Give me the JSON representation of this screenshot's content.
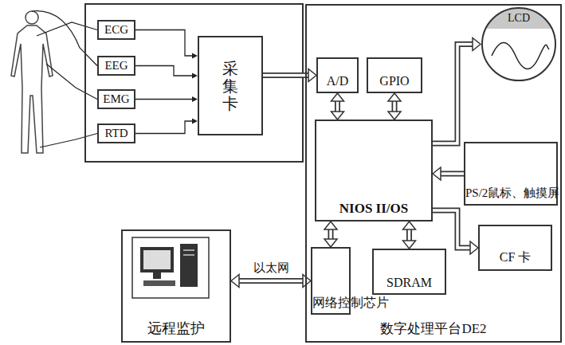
{
  "diagram": {
    "nodes": [
      {
        "text": [
          "ECG"
        ]
      },
      {
        "text": [
          "EEG"
        ]
      },
      {
        "text": [
          "EMG"
        ]
      },
      {
        "text": [
          "RTD"
        ]
      },
      {
        "text": [
          "采集卡"
        ]
      },
      {
        "text": [
          "数字处理平台DE2"
        ]
      },
      {
        "text": [
          "A/D"
        ],
        "in": 5
      },
      {
        "text": [
          "GPIO"
        ],
        "in": 5
      },
      {
        "text": [
          "LCD"
        ],
        "in": 5
      },
      {
        "text": [
          "NIOS II/OS"
        ],
        "in": 5
      },
      {
        "text": [
          "PS/2鼠标、触摸屏"
        ],
        "in": 5
      },
      {
        "text": [
          "网络控制芯片"
        ],
        "in": 5
      },
      {
        "text": [
          "SDRAM"
        ],
        "in": 5
      },
      {
        "text": [
          "CF 卡"
        ],
        "in": 5
      },
      {
        "text": [
          "远程监护"
        ]
      }
    ],
    "edges": [
      {
        "from": 0,
        "to": 4,
        "arrow": "to"
      },
      {
        "from": 1,
        "to": 4,
        "arrow": "to"
      },
      {
        "from": 2,
        "to": 4,
        "arrow": "to"
      },
      {
        "from": 3,
        "to": 4,
        "arrow": "to"
      },
      {
        "from": 4,
        "to": 6,
        "arrow": "to"
      },
      {
        "from": 6,
        "to": 9,
        "arrow": "both"
      },
      {
        "from": 7,
        "to": 9,
        "arrow": "both"
      },
      {
        "from": 9,
        "to": 8,
        "arrow": "to"
      },
      {
        "from": 10,
        "to": 9,
        "arrow": "to"
      },
      {
        "from": 9,
        "to": 13,
        "arrow": "to"
      },
      {
        "from": 9,
        "to": 11,
        "arrow": "both"
      },
      {
        "from": 9,
        "to": 12,
        "arrow": "both"
      },
      {
        "from": 14,
        "to": 11,
        "label": "以太网",
        "arrow": "both"
      }
    ]
  }
}
